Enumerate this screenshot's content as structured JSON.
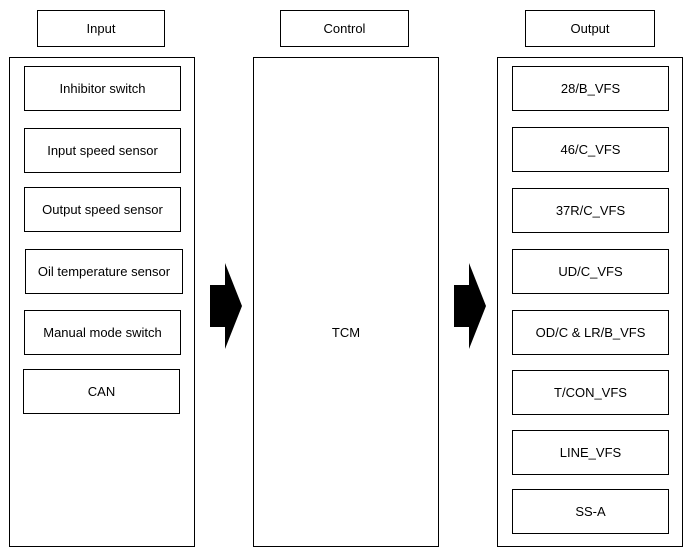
{
  "headers": {
    "input": "Input",
    "control": "Control",
    "output": "Output"
  },
  "inputs": [
    "Inhibitor switch",
    "Input speed sensor",
    "Output speed sensor",
    "Oil temperature sensor",
    "Manual mode switch",
    "CAN"
  ],
  "control": {
    "label": "TCM"
  },
  "outputs": [
    "28/B_VFS",
    "46/C_VFS",
    "37R/C_VFS",
    "UD/C_VFS",
    "OD/C & LR/B_VFS",
    "T/CON_VFS",
    "LINE_VFS",
    "SS-A"
  ],
  "colors": {
    "stroke": "#000000",
    "arrow": "#000000",
    "background": "#ffffff"
  }
}
